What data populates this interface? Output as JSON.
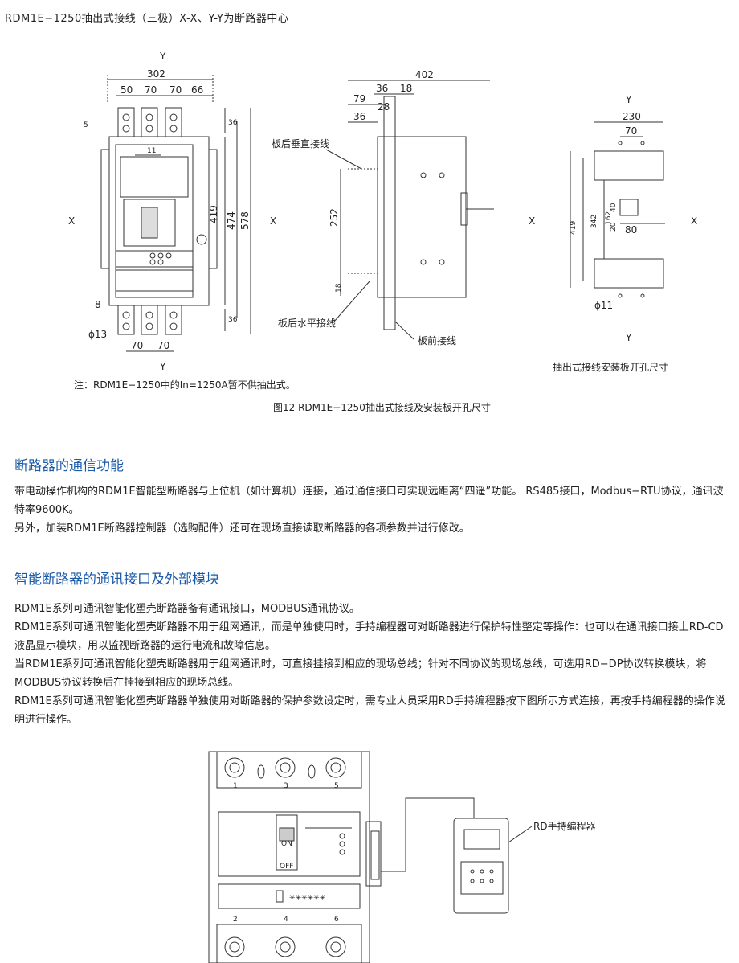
{
  "top_title": "RDM1E−1250抽出式接线（三极）X-X、Y-Y为断路器中心",
  "fig": {
    "axis_x": "X",
    "axis_y": "Y",
    "left_dims": {
      "d302": "302",
      "d50": "50",
      "d70a": "70",
      "d70b": "70",
      "d66": "66",
      "d5": "5",
      "d11": "11",
      "d36a": "36",
      "d36b": "36",
      "d419": "419",
      "d474": "474",
      "d578": "578",
      "d8": "8",
      "d13": "ϕ13",
      "d70c": "70",
      "d70d": "70"
    },
    "mid_dims": {
      "d402": "402",
      "d36": "36",
      "d18": "18",
      "d79": "79",
      "d28": "28",
      "d36b": "36",
      "d252": "252",
      "d18b": "18"
    },
    "mid_labels": {
      "vertical": "板后垂直接线",
      "horizontal": "板后水平接线",
      "front": "板前接线"
    },
    "right_dims": {
      "d230": "230",
      "d70": "70",
      "d419": "419",
      "d342": "342",
      "d162": "162",
      "d40": "40",
      "d20": "20",
      "d80": "80",
      "d11": "ϕ11"
    },
    "right_caption": "抽出式接线安装板开孔尺寸",
    "note": "注：RDM1E−1250中的In=1250A暂不供抽出式。",
    "caption": "图12  RDM1E−1250抽出式接线及安装板开孔尺寸"
  },
  "section1": {
    "heading": "断路器的通信功能",
    "p1": "带电动操作机构的RDM1E智能型断路器与上位机（如计算机）连接，通过通信接口可实现远距离“四遥”功能。 RS485接口，Modbus−RTU协议，通讯波特率9600K。",
    "p2": "另外，加装RDM1E断路器控制器（选购配件）还可在现场直接读取断路器的各项参数并进行修改。"
  },
  "section2": {
    "heading": "智能断路器的通讯接口及外部模块",
    "p1": "RDM1E系列可通讯智能化塑壳断路器备有通讯接口，MODBUS通讯协议。",
    "p2": "RDM1E系列可通讯智能化塑壳断路器不用于组网通讯，而是单独使用时，手持编程器可对断路器进行保护特性整定等操作：也可以在通讯接口接上RD-CD液晶显示模块，用以监视断路器的运行电流和故障信息。",
    "p3": "当RDM1E系列可通讯智能化塑壳断路器用于组网通讯时，可直接挂接到相应的现场总线；针对不同协议的现场总线，可选用RD−DP协议转换模块，将MODBUS协议转换后在挂接到相应的现场总线。",
    "p4": "RDM1E系列可通讯智能化塑壳断路器单独使用对断路器的保护参数设定时，需专业人员采用RD手持编程器按下图所示方式连接，再按手持编程器的操作说明进行操作。"
  },
  "fig2": {
    "programmer_label": "RD手持编程器",
    "term_1": "1",
    "term_3": "3",
    "term_5": "5",
    "term_2": "2",
    "term_4": "4",
    "term_6": "6",
    "on": "ON",
    "off": "OFF"
  }
}
